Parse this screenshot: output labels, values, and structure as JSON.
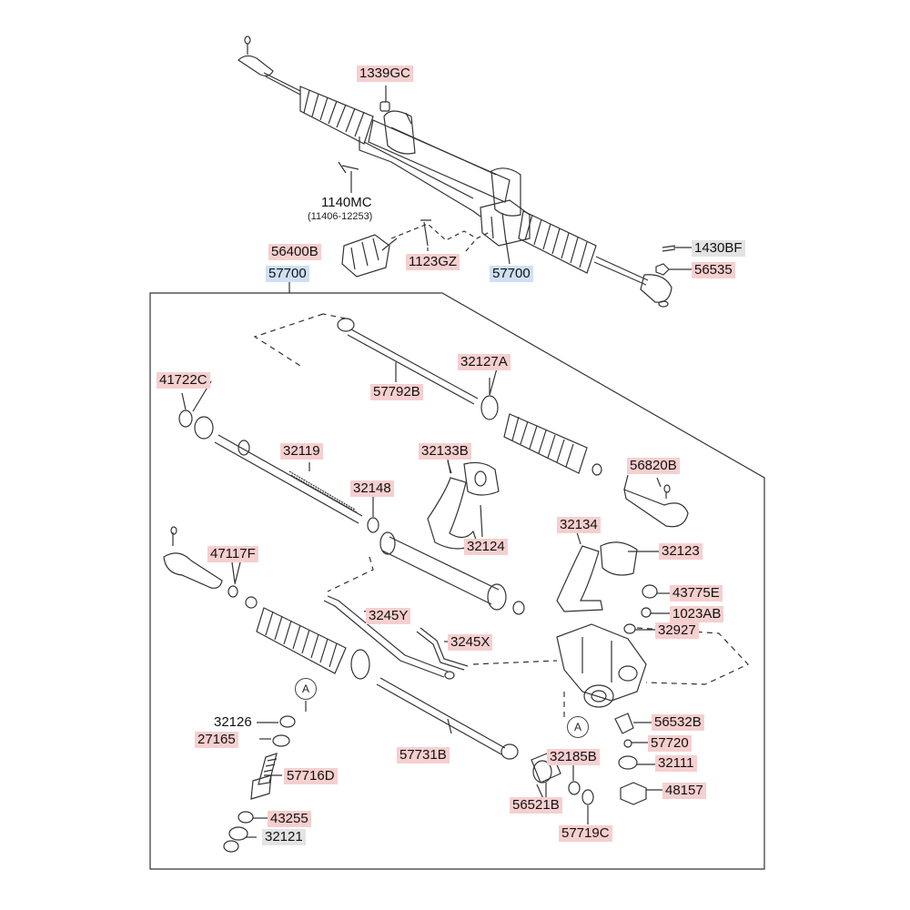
{
  "callouts": [
    {
      "id": "p1339GC",
      "text": "1339GC",
      "hl": "red"
    },
    {
      "id": "p1140MC",
      "text": "1140MC",
      "hl": "none"
    },
    {
      "id": "p56400B",
      "text": "56400B",
      "hl": "red"
    },
    {
      "id": "p1123GZ",
      "text": "1123GZ",
      "hl": "red"
    },
    {
      "id": "p57700top",
      "text": "57700",
      "hl": "blue"
    },
    {
      "id": "p57700main",
      "text": "57700",
      "hl": "blue"
    },
    {
      "id": "p1430BF",
      "text": "1430BF",
      "hl": "gray"
    },
    {
      "id": "p56535",
      "text": "56535",
      "hl": "red"
    },
    {
      "id": "p41722C",
      "text": "41722C",
      "hl": "red"
    },
    {
      "id": "p32127A",
      "text": "32127A",
      "hl": "red"
    },
    {
      "id": "p57792B",
      "text": "57792B",
      "hl": "red"
    },
    {
      "id": "p32119",
      "text": "32119",
      "hl": "red"
    },
    {
      "id": "p32133B",
      "text": "32133B",
      "hl": "red"
    },
    {
      "id": "p56820B",
      "text": "56820B",
      "hl": "red"
    },
    {
      "id": "p32148",
      "text": "32148",
      "hl": "red"
    },
    {
      "id": "p32124",
      "text": "32124",
      "hl": "red"
    },
    {
      "id": "p32134",
      "text": "32134",
      "hl": "red"
    },
    {
      "id": "p32123",
      "text": "32123",
      "hl": "red"
    },
    {
      "id": "p47117F",
      "text": "47117F",
      "hl": "red"
    },
    {
      "id": "p43775E",
      "text": "43775E",
      "hl": "red"
    },
    {
      "id": "p3245Y",
      "text": "3245Y",
      "hl": "red"
    },
    {
      "id": "p1023AB",
      "text": "1023AB",
      "hl": "red"
    },
    {
      "id": "p32927",
      "text": "32927",
      "hl": "red"
    },
    {
      "id": "p3245X",
      "text": "3245X",
      "hl": "red"
    },
    {
      "id": "p32126",
      "text": "32126",
      "hl": "none"
    },
    {
      "id": "p56532B",
      "text": "56532B",
      "hl": "red"
    },
    {
      "id": "p27165",
      "text": "27165",
      "hl": "red"
    },
    {
      "id": "p57720",
      "text": "57720",
      "hl": "red"
    },
    {
      "id": "p57731B",
      "text": "57731B",
      "hl": "red"
    },
    {
      "id": "p32185B",
      "text": "32185B",
      "hl": "red"
    },
    {
      "id": "p32111",
      "text": "32111",
      "hl": "red"
    },
    {
      "id": "p57716D",
      "text": "57716D",
      "hl": "red"
    },
    {
      "id": "p48157",
      "text": "48157",
      "hl": "red"
    },
    {
      "id": "p56521B",
      "text": "56521B",
      "hl": "red"
    },
    {
      "id": "p43255",
      "text": "43255",
      "hl": "red"
    },
    {
      "id": "p32121",
      "text": "32121",
      "hl": "gray"
    },
    {
      "id": "p57719C",
      "text": "57719C",
      "hl": "red"
    }
  ],
  "notes": {
    "serial_range": "(11406-12253)"
  },
  "refs": {
    "a1": "A",
    "a2": "A"
  },
  "colors": {
    "highlight_red": "#f6cfcf",
    "highlight_blue": "#cfe0f4",
    "highlight_gray": "#e3e3e3",
    "ink": "#222222"
  }
}
